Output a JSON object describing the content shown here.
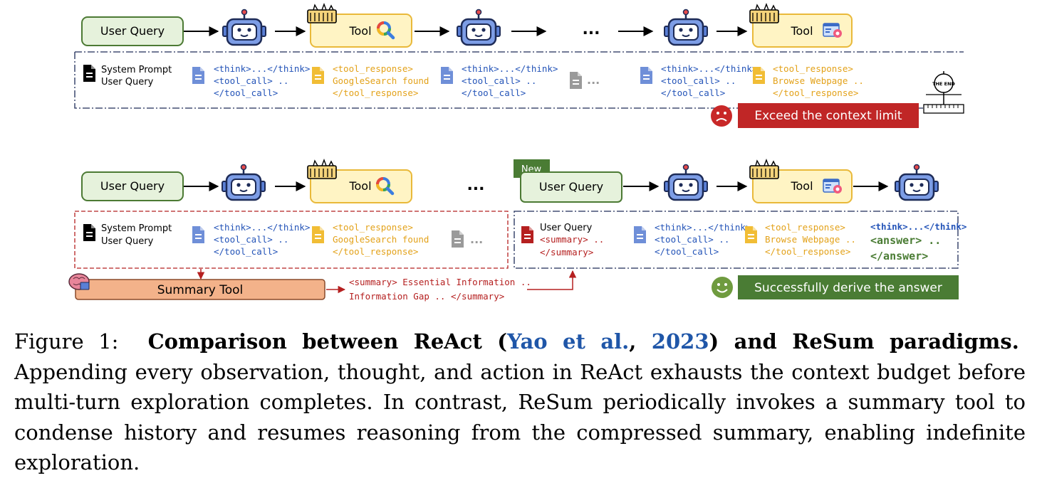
{
  "top": {
    "user_query": "User Query",
    "tool1": "Tool",
    "ellipsis": "...",
    "tool2": "Tool",
    "system_prompt": "System Prompt",
    "user_query_small": "User Query",
    "think1": [
      "<think>...</think>",
      "<tool_call> ..",
      "</tool_call>"
    ],
    "resp1": [
      "<tool_response>",
      "GoogleSearch found",
      "</tool_response>"
    ],
    "think2": [
      "<think>...</think>",
      "<tool_call> ..",
      "</tool_call>"
    ],
    "dots": "...",
    "think3": [
      "<think>...</think>",
      "<tool_call> ..",
      "</tool_call>"
    ],
    "resp2": [
      "<tool_response>",
      "Browse Webpage ..",
      "</tool_response>"
    ],
    "the_end": "THE END",
    "exceed": "Exceed the context limit"
  },
  "bottom": {
    "user_query": "User Query",
    "tool1": "Tool",
    "ellipsis": "...",
    "new_badge": "New",
    "user_query_new": "User Query",
    "tool2": "Tool",
    "system_prompt": "System Prompt",
    "user_query_small": "User Query",
    "think1": [
      "<think>...</think>",
      "<tool_call> ..",
      "</tool_call>"
    ],
    "resp1": [
      "<tool_response>",
      "GoogleSearch found",
      "</tool_response>"
    ],
    "dots": "...",
    "summary_block": [
      "User Query",
      "<summary> ..",
      "</summary>"
    ],
    "think2": [
      "<think>...</think>",
      "<tool_call> ..",
      "</tool_call>"
    ],
    "resp2": [
      "<tool_response>",
      "Browse Webpage ..",
      "</tool_response>"
    ],
    "answer": [
      "<think>...</think>",
      "<answer> ..",
      "</answer>"
    ],
    "summary_tool": "Summary Tool",
    "summary_text": [
      "<summary> Essential Information ..",
      "Information Gap .. </summary>"
    ],
    "success": "Successfully derive the answer"
  },
  "caption": {
    "fig_label": "Figure 1:",
    "bold_a": "Comparison between ReAct (",
    "cite_author": "Yao et al.",
    "cite_sep": ", ",
    "cite_year": "2023",
    "bold_b": ") and ReSum paradigms.",
    "body": "Appending every observation, thought, and action in ReAct exhausts the context budget before multi-turn exploration completes. In contrast, ReSum periodically invokes a summary tool to condense history and resumes reasoning from the compressed summary, enabling indefinite exploration."
  },
  "colors": {
    "green_fill": "#e6f2dc",
    "green_stroke": "#4c7a34",
    "tool_fill": "#fff4c4",
    "tool_stroke": "#e9b93a",
    "robot_blue": "#5a7fd6",
    "code_blue": "#2454b8",
    "code_yellow": "#e3a21a",
    "red": "#b52020",
    "dark_green": "#4a7c34",
    "summary_fill": "#f3b28a"
  }
}
